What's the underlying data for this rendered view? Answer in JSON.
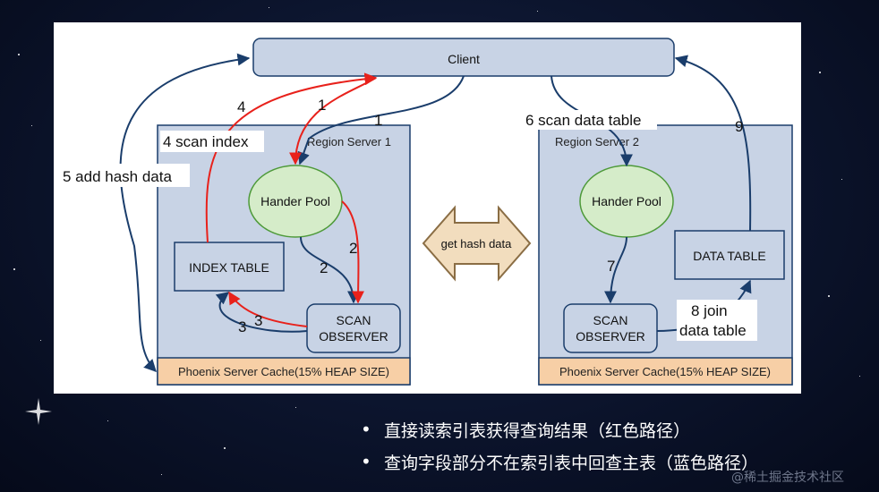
{
  "diagram": {
    "client": "Client",
    "region_server_1": "Region Server 1",
    "region_server_2": "Region Server 2",
    "hander_pool_1": "Hander Pool",
    "hander_pool_2": "Hander Pool",
    "index_table": "INDEX TABLE",
    "data_table": "DATA TABLE",
    "scan_observer_1": [
      "SCAN",
      "OBSERVER"
    ],
    "scan_observer_2": [
      "SCAN",
      "OBSERVER"
    ],
    "cache_1": "Phoenix Server Cache(15% HEAP SIZE)",
    "cache_2": "Phoenix Server Cache(15% HEAP SIZE)",
    "get_hash_data": "get hash data",
    "labels": {
      "add_hash_data": "5 add hash data",
      "scan_index": "4 scan index",
      "n4": "4",
      "n1_red": "1",
      "n1_blue": "1",
      "n2_red": "2",
      "n2_blue": "2",
      "n3_red": "3",
      "n3_blue": "3",
      "scan_data_table": "6 scan data table",
      "n9": "9",
      "n7": "7",
      "join_line1": "8 join",
      "join_line2": "data table"
    },
    "colors": {
      "box_fill": "#c8d3e5",
      "box_stroke": "#1a3d6b",
      "pool_fill": "#d5ecc9",
      "pool_stroke": "#4e9a3a",
      "cache_fill": "#f7cfa6",
      "red_path": "#e8211b",
      "blue_path": "#1a3d6b",
      "arrow_fill": "#f2ddbe",
      "arrow_stroke": "#8a6d44"
    }
  },
  "bullets": [
    "直接读索引表获得查询结果（红色路径）",
    "查询字段部分不在索引表中回查主表（蓝色路径）"
  ],
  "watermark": "@稀土掘金技术社区"
}
